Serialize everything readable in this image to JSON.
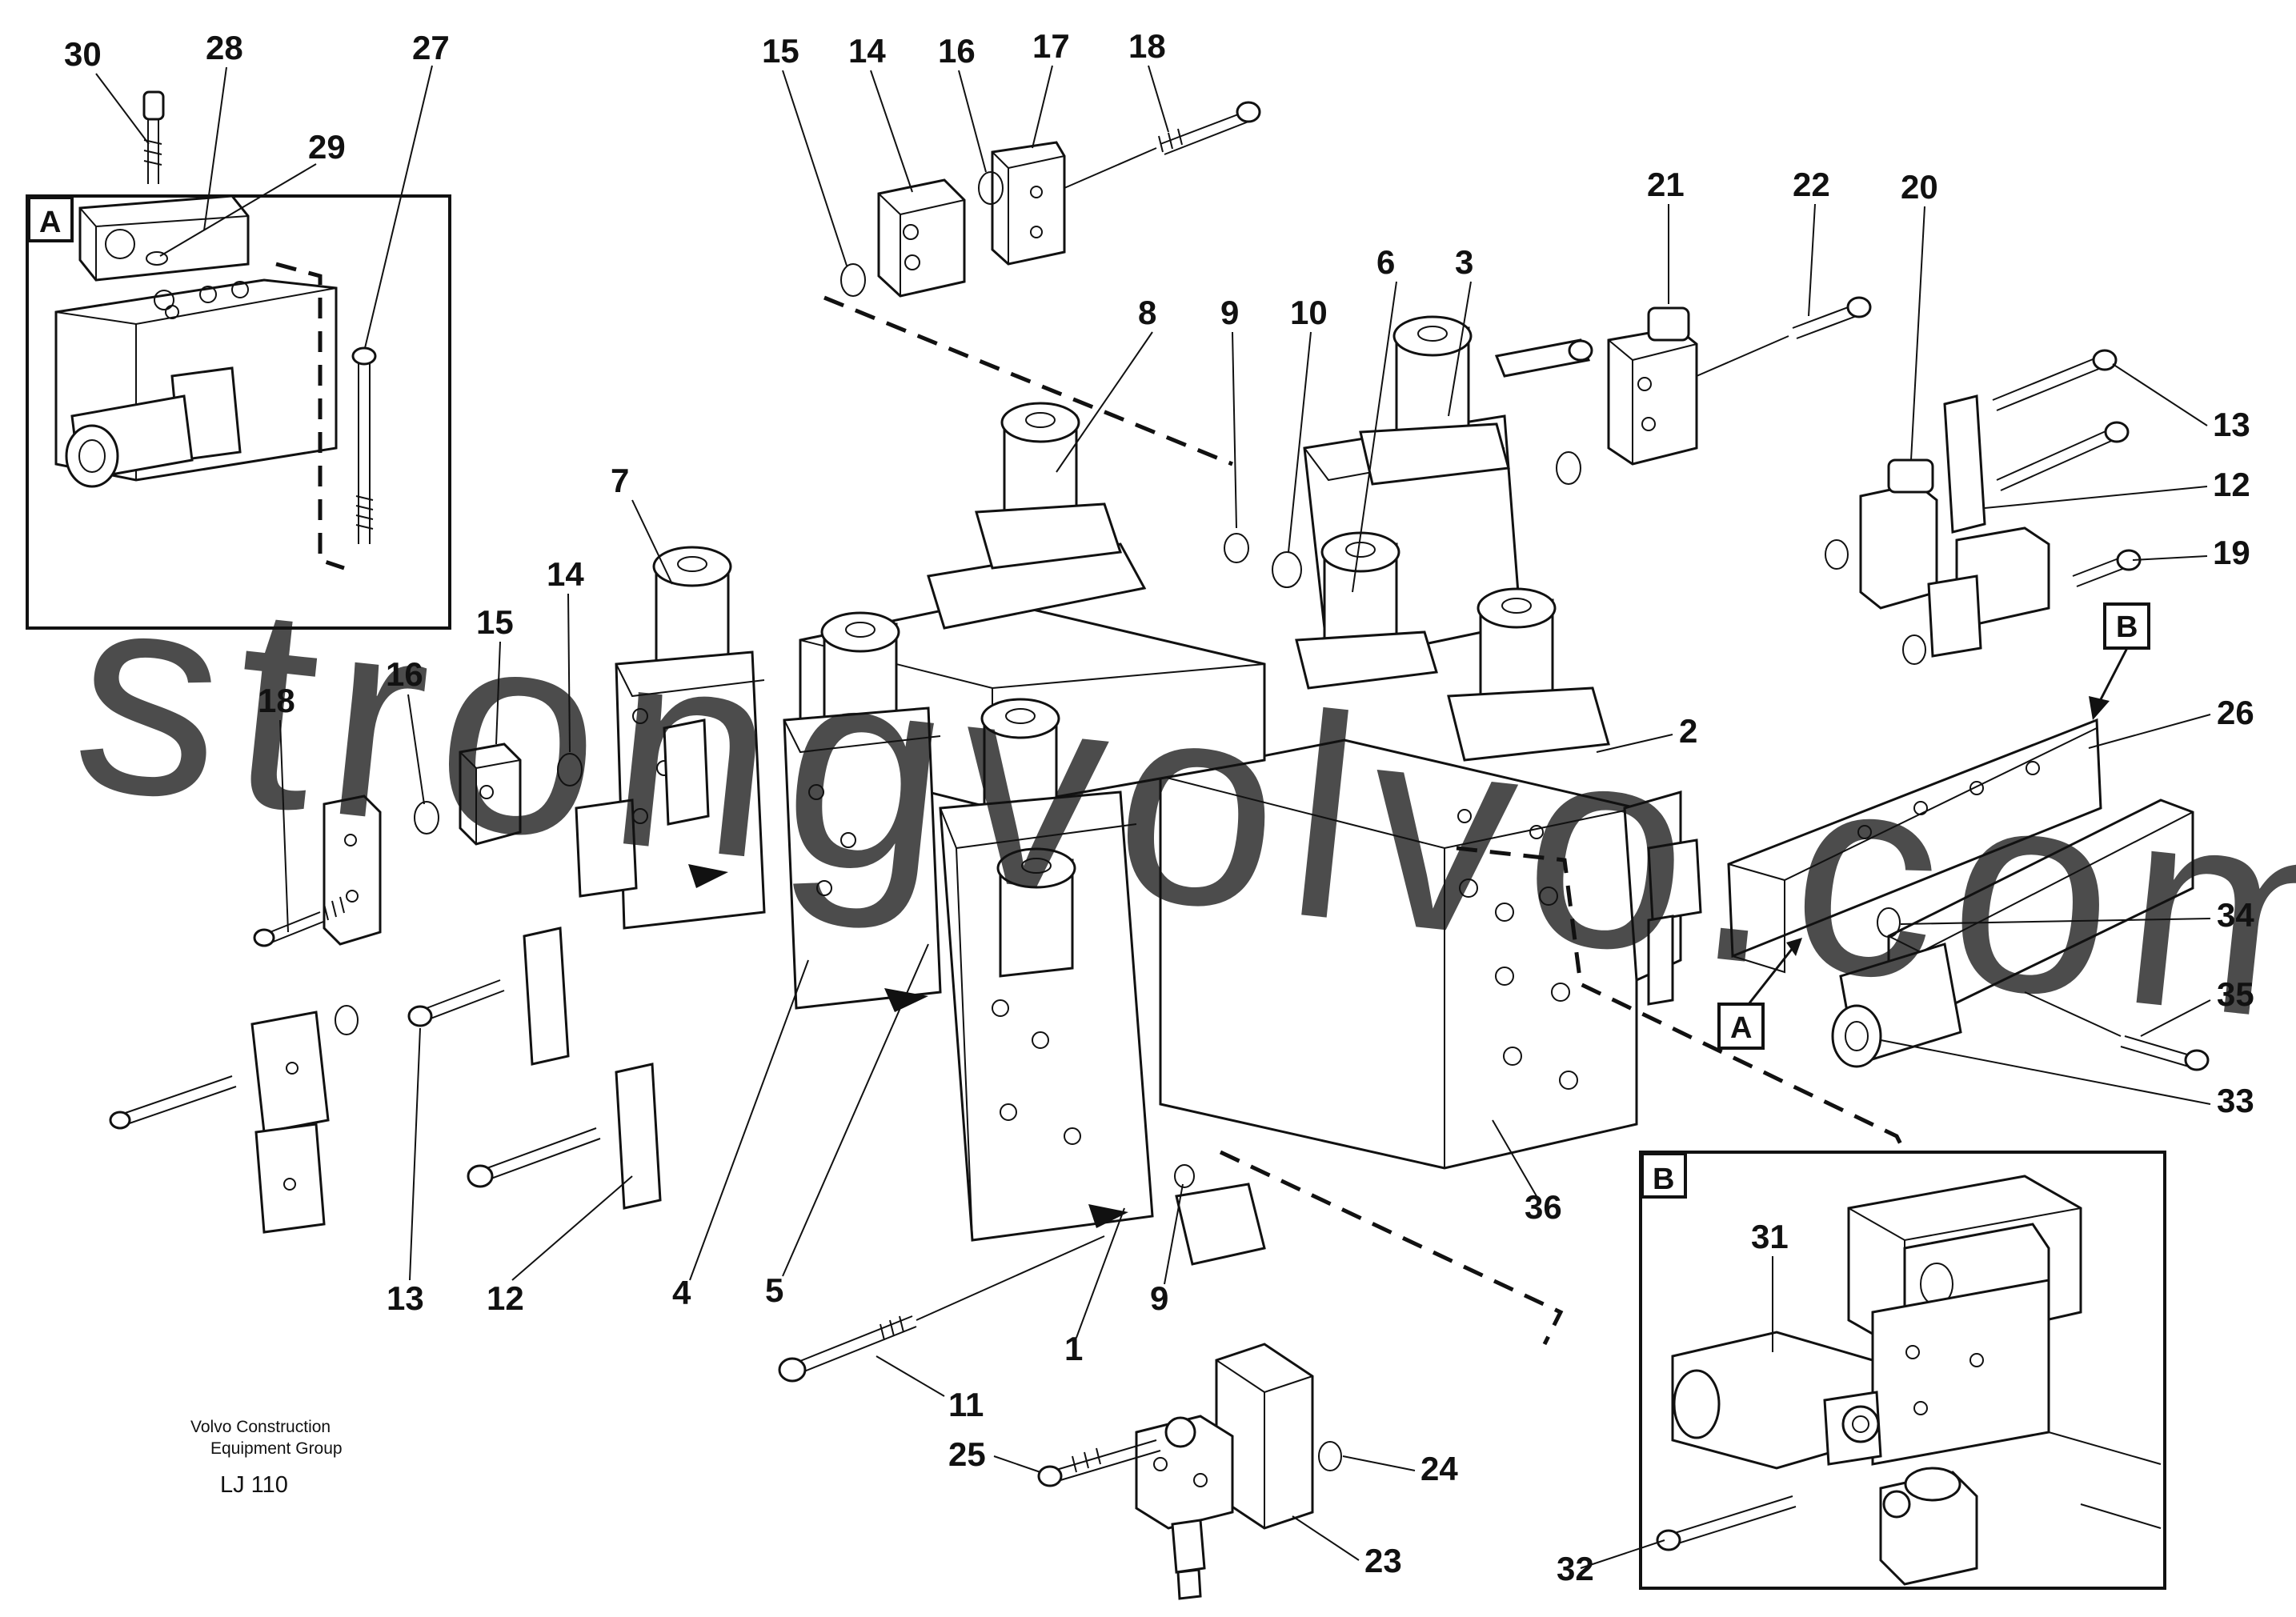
{
  "callouts": [
    "1",
    "2",
    "3",
    "4",
    "5",
    "6",
    "7",
    "8",
    "9",
    "10",
    "11",
    "12",
    "13",
    "14",
    "15",
    "16",
    "17",
    "18",
    "19",
    "20",
    "21",
    "22",
    "23",
    "24",
    "25",
    "26",
    "27",
    "28",
    "29",
    "30",
    "31",
    "32",
    "33",
    "34",
    "35",
    "36",
    "9",
    "12",
    "13",
    "14",
    "15",
    "16",
    "18"
  ],
  "inset_labels": {
    "a_box": "A",
    "b_box": "B",
    "a_ref": "A",
    "b_ref": "B"
  },
  "watermark": "strongvolvo.com",
  "caption": {
    "line1": "Volvo Construction",
    "line2": "Equipment Group",
    "code": "LJ 110"
  },
  "colors": {
    "line": "#111111",
    "watermark": "#e9a7a7",
    "background": "#ffffff"
  }
}
